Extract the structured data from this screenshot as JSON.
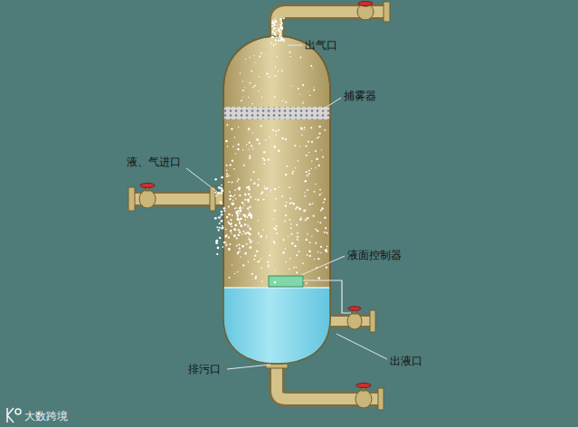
{
  "diagram": {
    "labels": [
      "出气口",
      "捕雾器",
      "液、气进口",
      "液面控制器",
      "出液口",
      "排污口",
      "大数跨境"
    ]
  }
}
